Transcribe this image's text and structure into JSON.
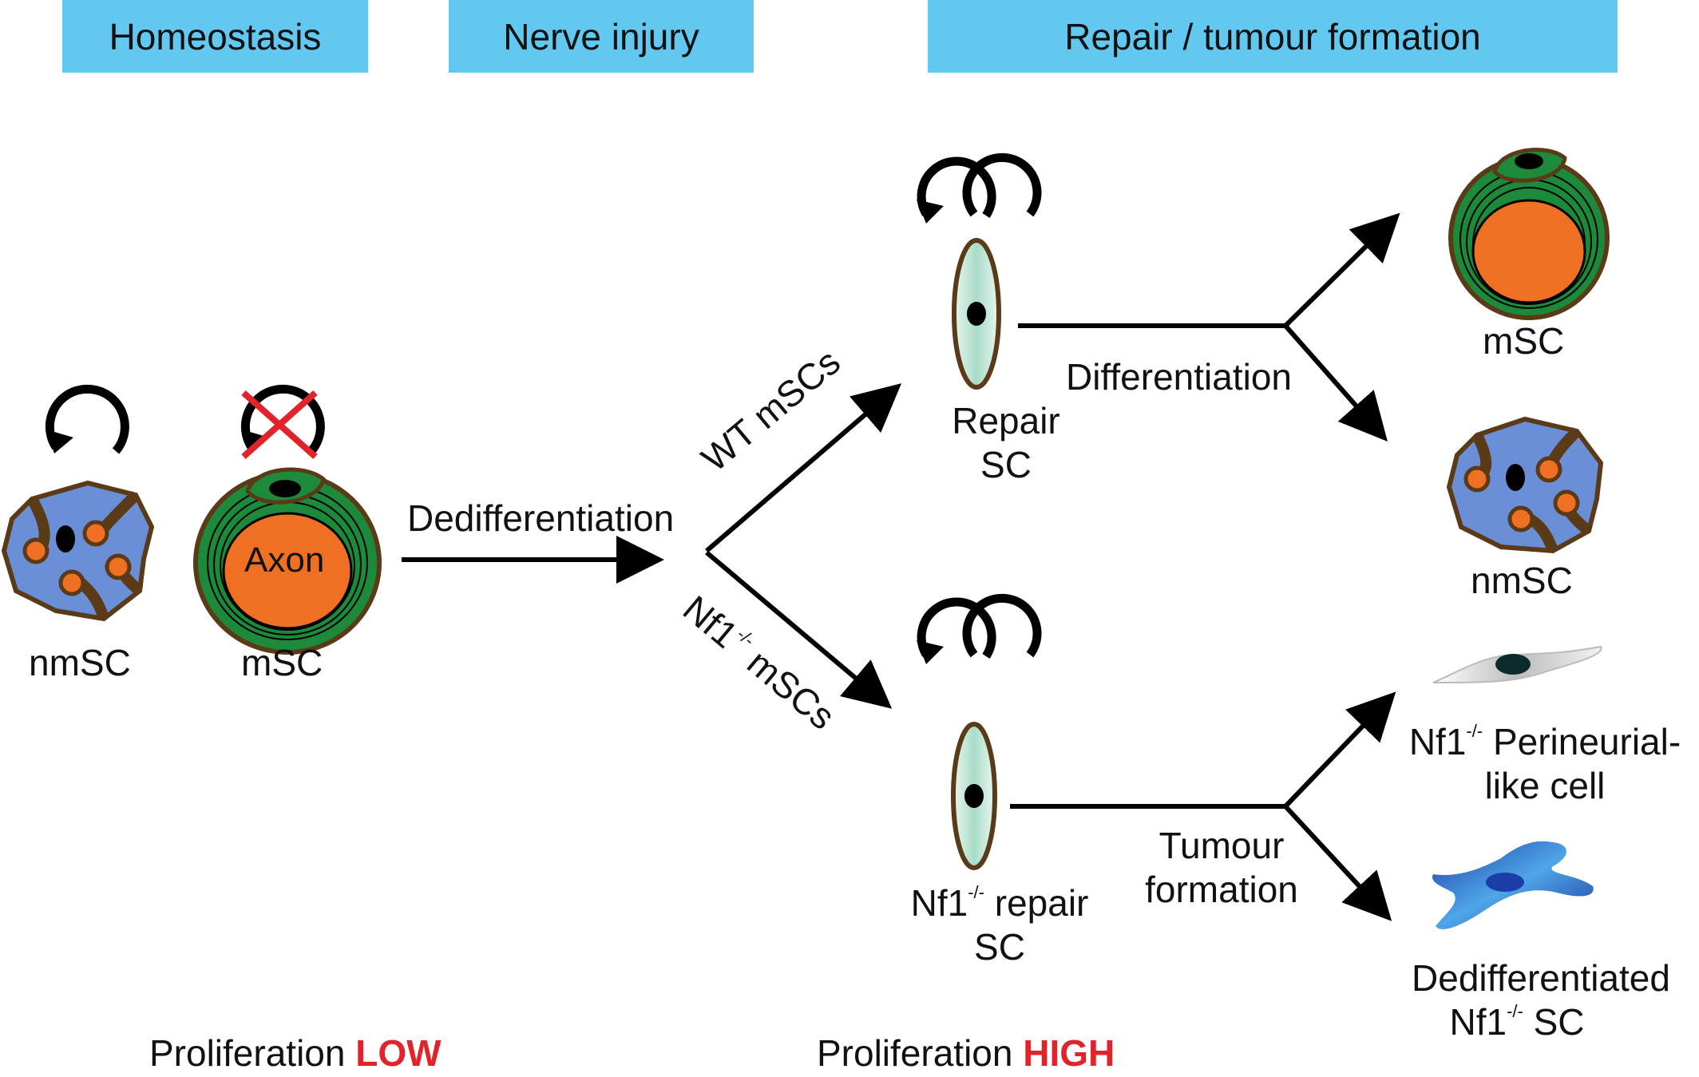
{
  "headers": {
    "homeostasis": "Homeostasis",
    "nerve_injury": "Nerve injury",
    "repair": "Repair / tumour formation"
  },
  "cells": {
    "nmsc_left": "nmSC",
    "msc_left": "mSC",
    "axon": "Axon",
    "repair_sc_1": "Repair",
    "repair_sc_2": "SC",
    "nf1_repair_base": "Nf1",
    "nf1_sup": "-/-",
    "nf1_repair_rest": " repair",
    "nf1_repair_sc": "SC",
    "msc_right": "mSC",
    "nmsc_right": "nmSC",
    "perineurial_base": "Nf1",
    "perineurial_rest": " Perineurial-",
    "perineurial_line2": "like cell",
    "dediff_line1": "Dedifferentiated",
    "dediff_base": "Nf1",
    "dediff_rest": " SC"
  },
  "processes": {
    "dedifferentiation": "Dedifferentiation",
    "wt_mscs": "WT mSCs",
    "nf1_mscs_base": "Nf1",
    "nf1_mscs_rest": " mSCs",
    "differentiation": "Differentiation",
    "tumour_1": "Tumour",
    "tumour_2": "formation"
  },
  "proliferation": {
    "prefix": "Proliferation",
    "low": "LOW",
    "high": "HIGH"
  },
  "colors": {
    "header_bg": "#62c8f0",
    "myelin_green": "#1c8a3a",
    "axon_orange": "#ef7023",
    "nmsc_blue": "#6b8fd6",
    "cell_border_brown": "#5a3a17",
    "repair_fill": "#c9e8dc",
    "cross_red": "#e3232b",
    "dediff_blue": "#2f6fd0"
  }
}
